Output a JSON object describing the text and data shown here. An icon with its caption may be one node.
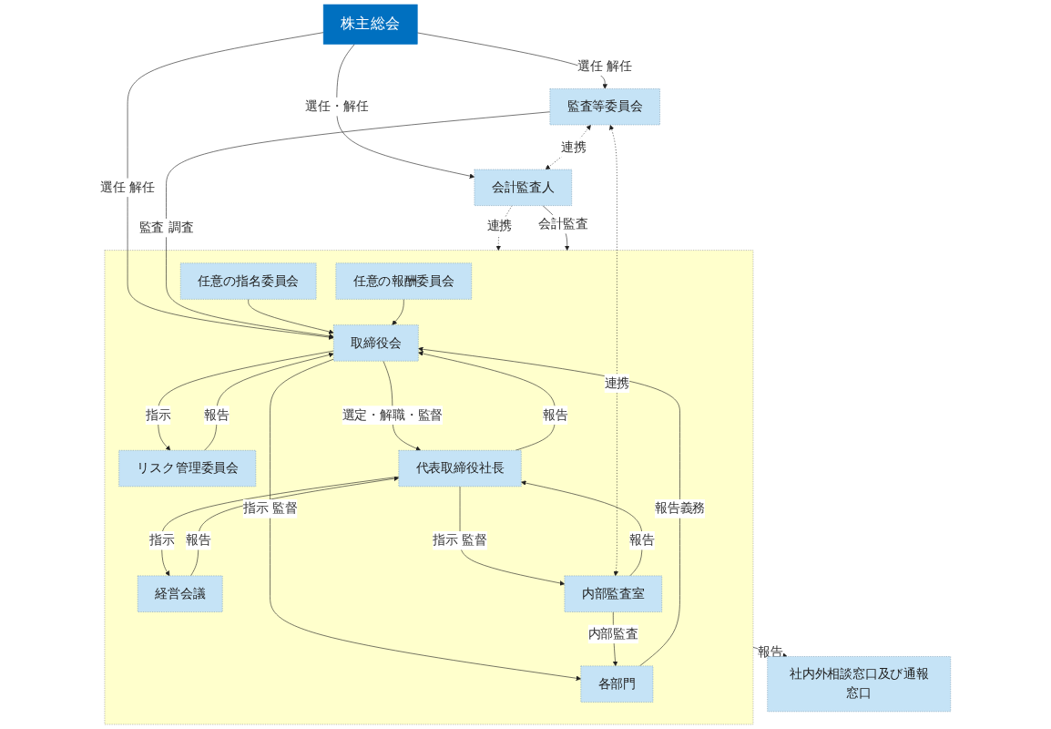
{
  "diagram": {
    "nodes": [
      {
        "text": [
          "株主総会"
        ]
      },
      {
        "text": [],
        "shape": "box"
      },
      {
        "text": [
          "取締役会"
        ],
        "in": 1
      },
      {
        "text": [
          "リスク管理委員会"
        ],
        "in": 1
      },
      {
        "text": [
          "代表取締役社長"
        ],
        "in": 1
      },
      {
        "text": [
          "任意の指名委員会"
        ],
        "in": 1
      },
      {
        "text": [
          "任意の報酬委員会"
        ],
        "in": 1
      },
      {
        "text": [
          "各部門"
        ],
        "in": 1
      },
      {
        "text": [
          "経営会議"
        ],
        "in": 1
      },
      {
        "text": [
          "内部監査室"
        ],
        "in": 1
      },
      {
        "text": [
          "監査等委員会"
        ]
      },
      {
        "text": [
          "会計監査人"
        ]
      },
      {
        "text": [
          "社内外相談窓口及び通報窓口"
        ]
      }
    ],
    "edges": [
      {
        "from": 0,
        "to": 2,
        "arrow": "to",
        "label": "選任 解任"
      },
      {
        "from": 0,
        "to": 10,
        "arrow": "to",
        "label": "選任 解任"
      },
      {
        "from": 0,
        "to": 11,
        "arrow": "to",
        "label": "選任・解任"
      },
      {
        "from": 10,
        "to": 2,
        "arrow": "to",
        "label": "監査 調査"
      },
      {
        "from": 3,
        "to": 2,
        "arrow": "to",
        "label": "報告"
      },
      {
        "from": 2,
        "to": 3,
        "arrow": "to",
        "label": "指示"
      },
      {
        "from": 4,
        "to": 2,
        "arrow": "to",
        "label": "報告"
      },
      {
        "from": 2,
        "to": 4,
        "arrow": "to",
        "label": "選定・解職・監督"
      },
      {
        "from": 8,
        "to": 4,
        "arrow": "to",
        "label": "報告"
      },
      {
        "from": 4,
        "to": 8,
        "arrow": "to",
        "label": "指示"
      },
      {
        "from": 9,
        "to": 4,
        "arrow": "to",
        "label": "報告"
      },
      {
        "from": 4,
        "to": 9,
        "arrow": "to",
        "label": "指示 監督"
      },
      {
        "from": 5,
        "to": 2,
        "arrow": "to"
      },
      {
        "from": 6,
        "to": 2,
        "arrow": "to"
      },
      {
        "from": 7,
        "to": 2,
        "arrow": "to",
        "label": "報告義務"
      },
      {
        "from": 2,
        "to": 7,
        "arrow": "to",
        "label": "指示 監督"
      },
      {
        "from": 9,
        "to": 7,
        "arrow": "to",
        "label": "内部監査"
      },
      {
        "from": 10,
        "to": 9,
        "arrow": "both",
        "style": "dashed",
        "label": "連携"
      },
      {
        "from": 10,
        "to": 11,
        "arrow": "both",
        "style": "dashed",
        "label": "連携"
      },
      {
        "from": 11,
        "to": 1,
        "arrow": "to",
        "style": "dashed",
        "label": "連携"
      },
      {
        "from": 11,
        "to": 1,
        "arrow": "to",
        "label": "会計監査"
      },
      {
        "from": 1,
        "to": 12,
        "arrow": "to",
        "label": "報告"
      }
    ]
  }
}
